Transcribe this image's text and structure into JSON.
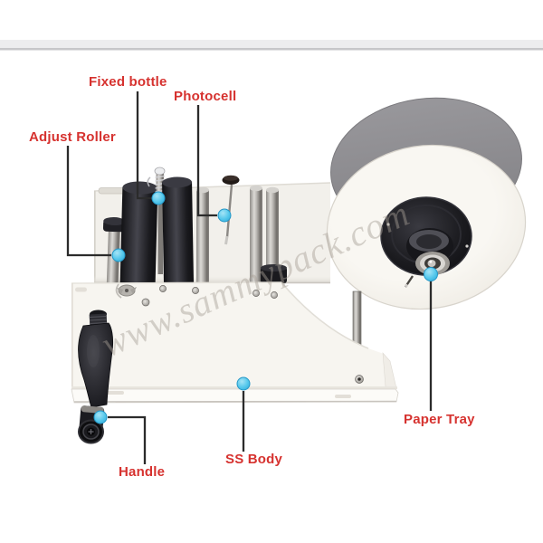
{
  "image": {
    "type": "annotated product photo",
    "subject": "manual round-bottle labeling machine",
    "background": "#ffffff"
  },
  "watermark": {
    "text": "www.sammypack.com"
  },
  "annotations": [
    {
      "id": "fixed-bottle",
      "label": "Fixed bottle"
    },
    {
      "id": "photocell",
      "label": "Photocell"
    },
    {
      "id": "adjust-roller",
      "label": "Adjust Roller"
    },
    {
      "id": "handle",
      "label": "Handle"
    },
    {
      "id": "ss-body",
      "label": "SS Body"
    },
    {
      "id": "paper-tray",
      "label": "Paper Tray"
    }
  ],
  "colors": {
    "label_red": "#d6322f",
    "marker_blue": "#4cc2e8",
    "line_dark": "#2b2b2b",
    "tray_gray": "#8f8e92",
    "body_white": "#f6f4ef",
    "roller_black": "#1b1b1f"
  }
}
